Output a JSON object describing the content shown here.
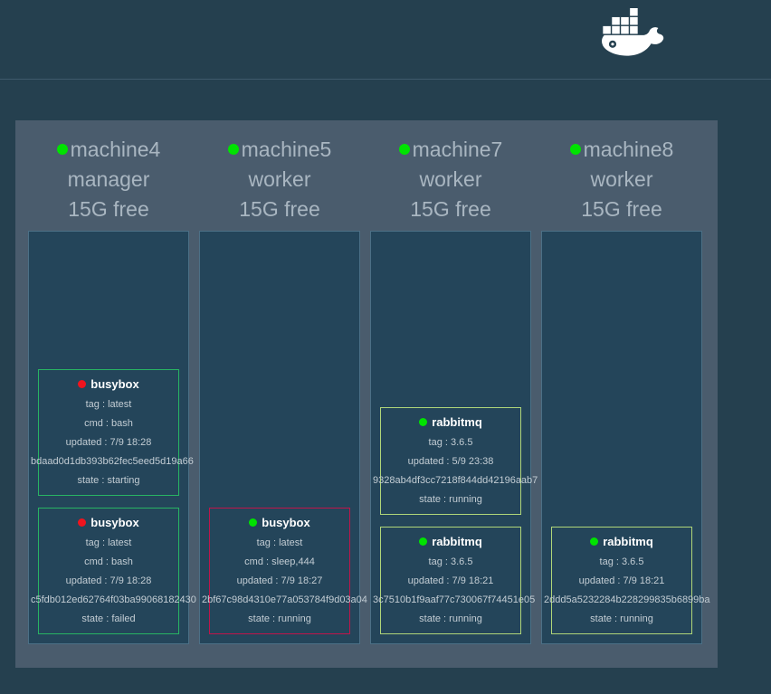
{
  "header": {
    "logo_icon": "docker-whale-logo"
  },
  "colors": {
    "page_bg": "#25404F",
    "panel_bg": "#4A5C6D",
    "node_box_bg": "#24455A",
    "node_box_border": "#4C7086",
    "node_text": "#A9B6C1",
    "card_text": "#C3CDD4",
    "node_ok_dot": "#00E300",
    "container_running_dot": "#00E300",
    "container_problem_dot": "#F0141E",
    "service_border_green": "#28B463",
    "service_border_crimson": "#C0154B",
    "service_border_yellowgreen": "#B0D679"
  },
  "nodes": [
    {
      "name": "machine4",
      "role": "manager",
      "free": "15G free",
      "dot_style": "background:#00E300",
      "containers": [
        {
          "name": "busybox",
          "dot_style": "background:#F0141E",
          "border_style": "border-color:#28B463",
          "tag_line": "tag : latest",
          "cmd_line": "cmd : bash",
          "updated_line": "updated : 7/9 18:28",
          "hash": "bdaad0d1db393b62fec5eed5d19a66",
          "state_line": "state : starting"
        },
        {
          "name": "busybox",
          "dot_style": "background:#F0141E",
          "border_style": "border-color:#28B463",
          "tag_line": "tag : latest",
          "cmd_line": "cmd : bash",
          "updated_line": "updated : 7/9 18:28",
          "hash": "c5fdb012ed62764f03ba99068182430",
          "state_line": "state : failed"
        }
      ]
    },
    {
      "name": "machine5",
      "role": "worker",
      "free": "15G free",
      "dot_style": "background:#00E300",
      "containers": [
        {
          "name": "busybox",
          "dot_style": "background:#00E300",
          "border_style": "border-color:#C0154B",
          "tag_line": "tag : latest",
          "cmd_line": "cmd : sleep,444",
          "updated_line": "updated : 7/9 18:27",
          "hash": "2bf67c98d4310e77a053784f9d03a04",
          "state_line": "state : running"
        }
      ]
    },
    {
      "name": "machine7",
      "role": "worker",
      "free": "15G free",
      "dot_style": "background:#00E300",
      "containers": [
        {
          "name": "rabbitmq",
          "dot_style": "background:#00E300",
          "border_style": "border-color:#B0D679",
          "tag_line": "tag : 3.6.5",
          "updated_line": "updated : 5/9 23:38",
          "hash": "9328ab4df3cc7218f844dd42196aab7",
          "state_line": "state : running"
        },
        {
          "name": "rabbitmq",
          "dot_style": "background:#00E300",
          "border_style": "border-color:#B0D679",
          "tag_line": "tag : 3.6.5",
          "updated_line": "updated : 7/9 18:21",
          "hash": "3c7510b1f9aaf77c730067f74451e05",
          "state_line": "state : running"
        }
      ]
    },
    {
      "name": "machine8",
      "role": "worker",
      "free": "15G free",
      "dot_style": "background:#00E300",
      "containers": [
        {
          "name": "rabbitmq",
          "dot_style": "background:#00E300",
          "border_style": "border-color:#B0D679",
          "tag_line": "tag : 3.6.5",
          "updated_line": "updated : 7/9 18:21",
          "hash": "2ddd5a5232284b228299835b6899ba",
          "state_line": "state : running"
        }
      ]
    }
  ]
}
